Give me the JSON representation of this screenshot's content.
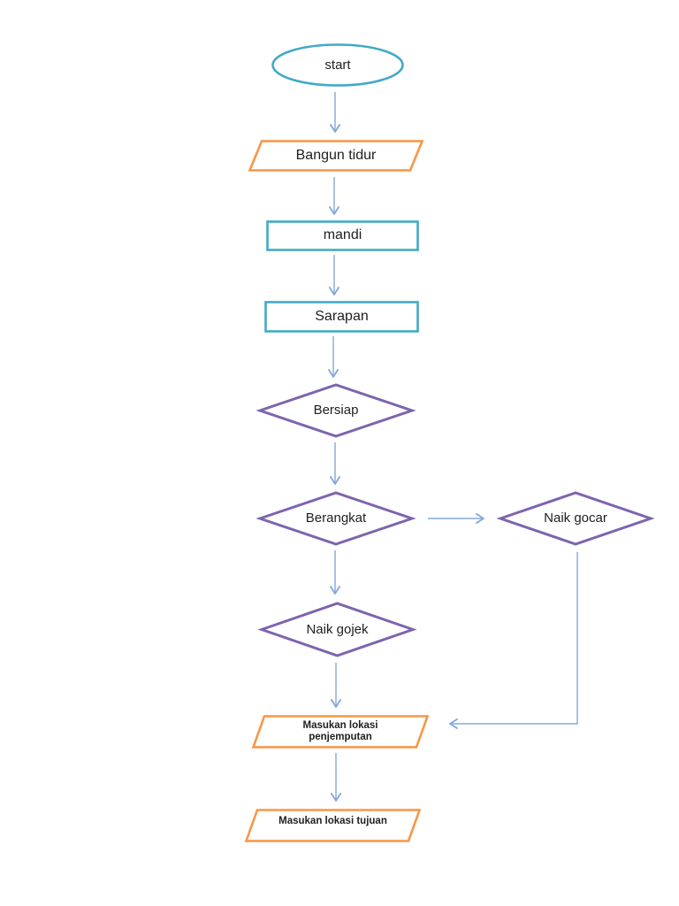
{
  "diagram": {
    "type": "flowchart",
    "background": "#ffffff",
    "colors": {
      "terminator_border": "#41A9C8",
      "process_border": "#41A9C8",
      "io_border": "#F79646",
      "decision_border": "#7D64AE",
      "connector": "#85A8DC",
      "text": "#1f1f1f"
    },
    "nodes": {
      "start": {
        "shape": "terminator",
        "label": "start"
      },
      "bangun_tidur": {
        "shape": "input-output",
        "label": "Bangun tidur"
      },
      "mandi": {
        "shape": "process",
        "label": "mandi"
      },
      "sarapan": {
        "shape": "process",
        "label": "Sarapan"
      },
      "bersiap": {
        "shape": "decision",
        "label": "Bersiap"
      },
      "berangkat": {
        "shape": "decision",
        "label": "Berangkat"
      },
      "naik_gocar": {
        "shape": "decision",
        "label": "Naik gocar"
      },
      "naik_gojek": {
        "shape": "decision",
        "label": "Naik gojek"
      },
      "masukan_lokasi_penjemputan": {
        "shape": "input-output",
        "label_line1": "Masukan lokasi",
        "label_line2": "penjemputan"
      },
      "masukan_lokasi_tujuan": {
        "shape": "input-output",
        "label": "Masukan lokasi tujuan"
      }
    },
    "edges": [
      {
        "from": "start",
        "to": "bangun_tidur"
      },
      {
        "from": "bangun_tidur",
        "to": "mandi"
      },
      {
        "from": "mandi",
        "to": "sarapan"
      },
      {
        "from": "sarapan",
        "to": "bersiap"
      },
      {
        "from": "bersiap",
        "to": "berangkat"
      },
      {
        "from": "berangkat",
        "to": "naik_gocar"
      },
      {
        "from": "berangkat",
        "to": "naik_gojek"
      },
      {
        "from": "naik_gojek",
        "to": "masukan_lokasi_penjemputan"
      },
      {
        "from": "naik_gocar",
        "to": "masukan_lokasi_penjemputan"
      },
      {
        "from": "masukan_lokasi_penjemputan",
        "to": "masukan_lokasi_tujuan"
      }
    ]
  }
}
